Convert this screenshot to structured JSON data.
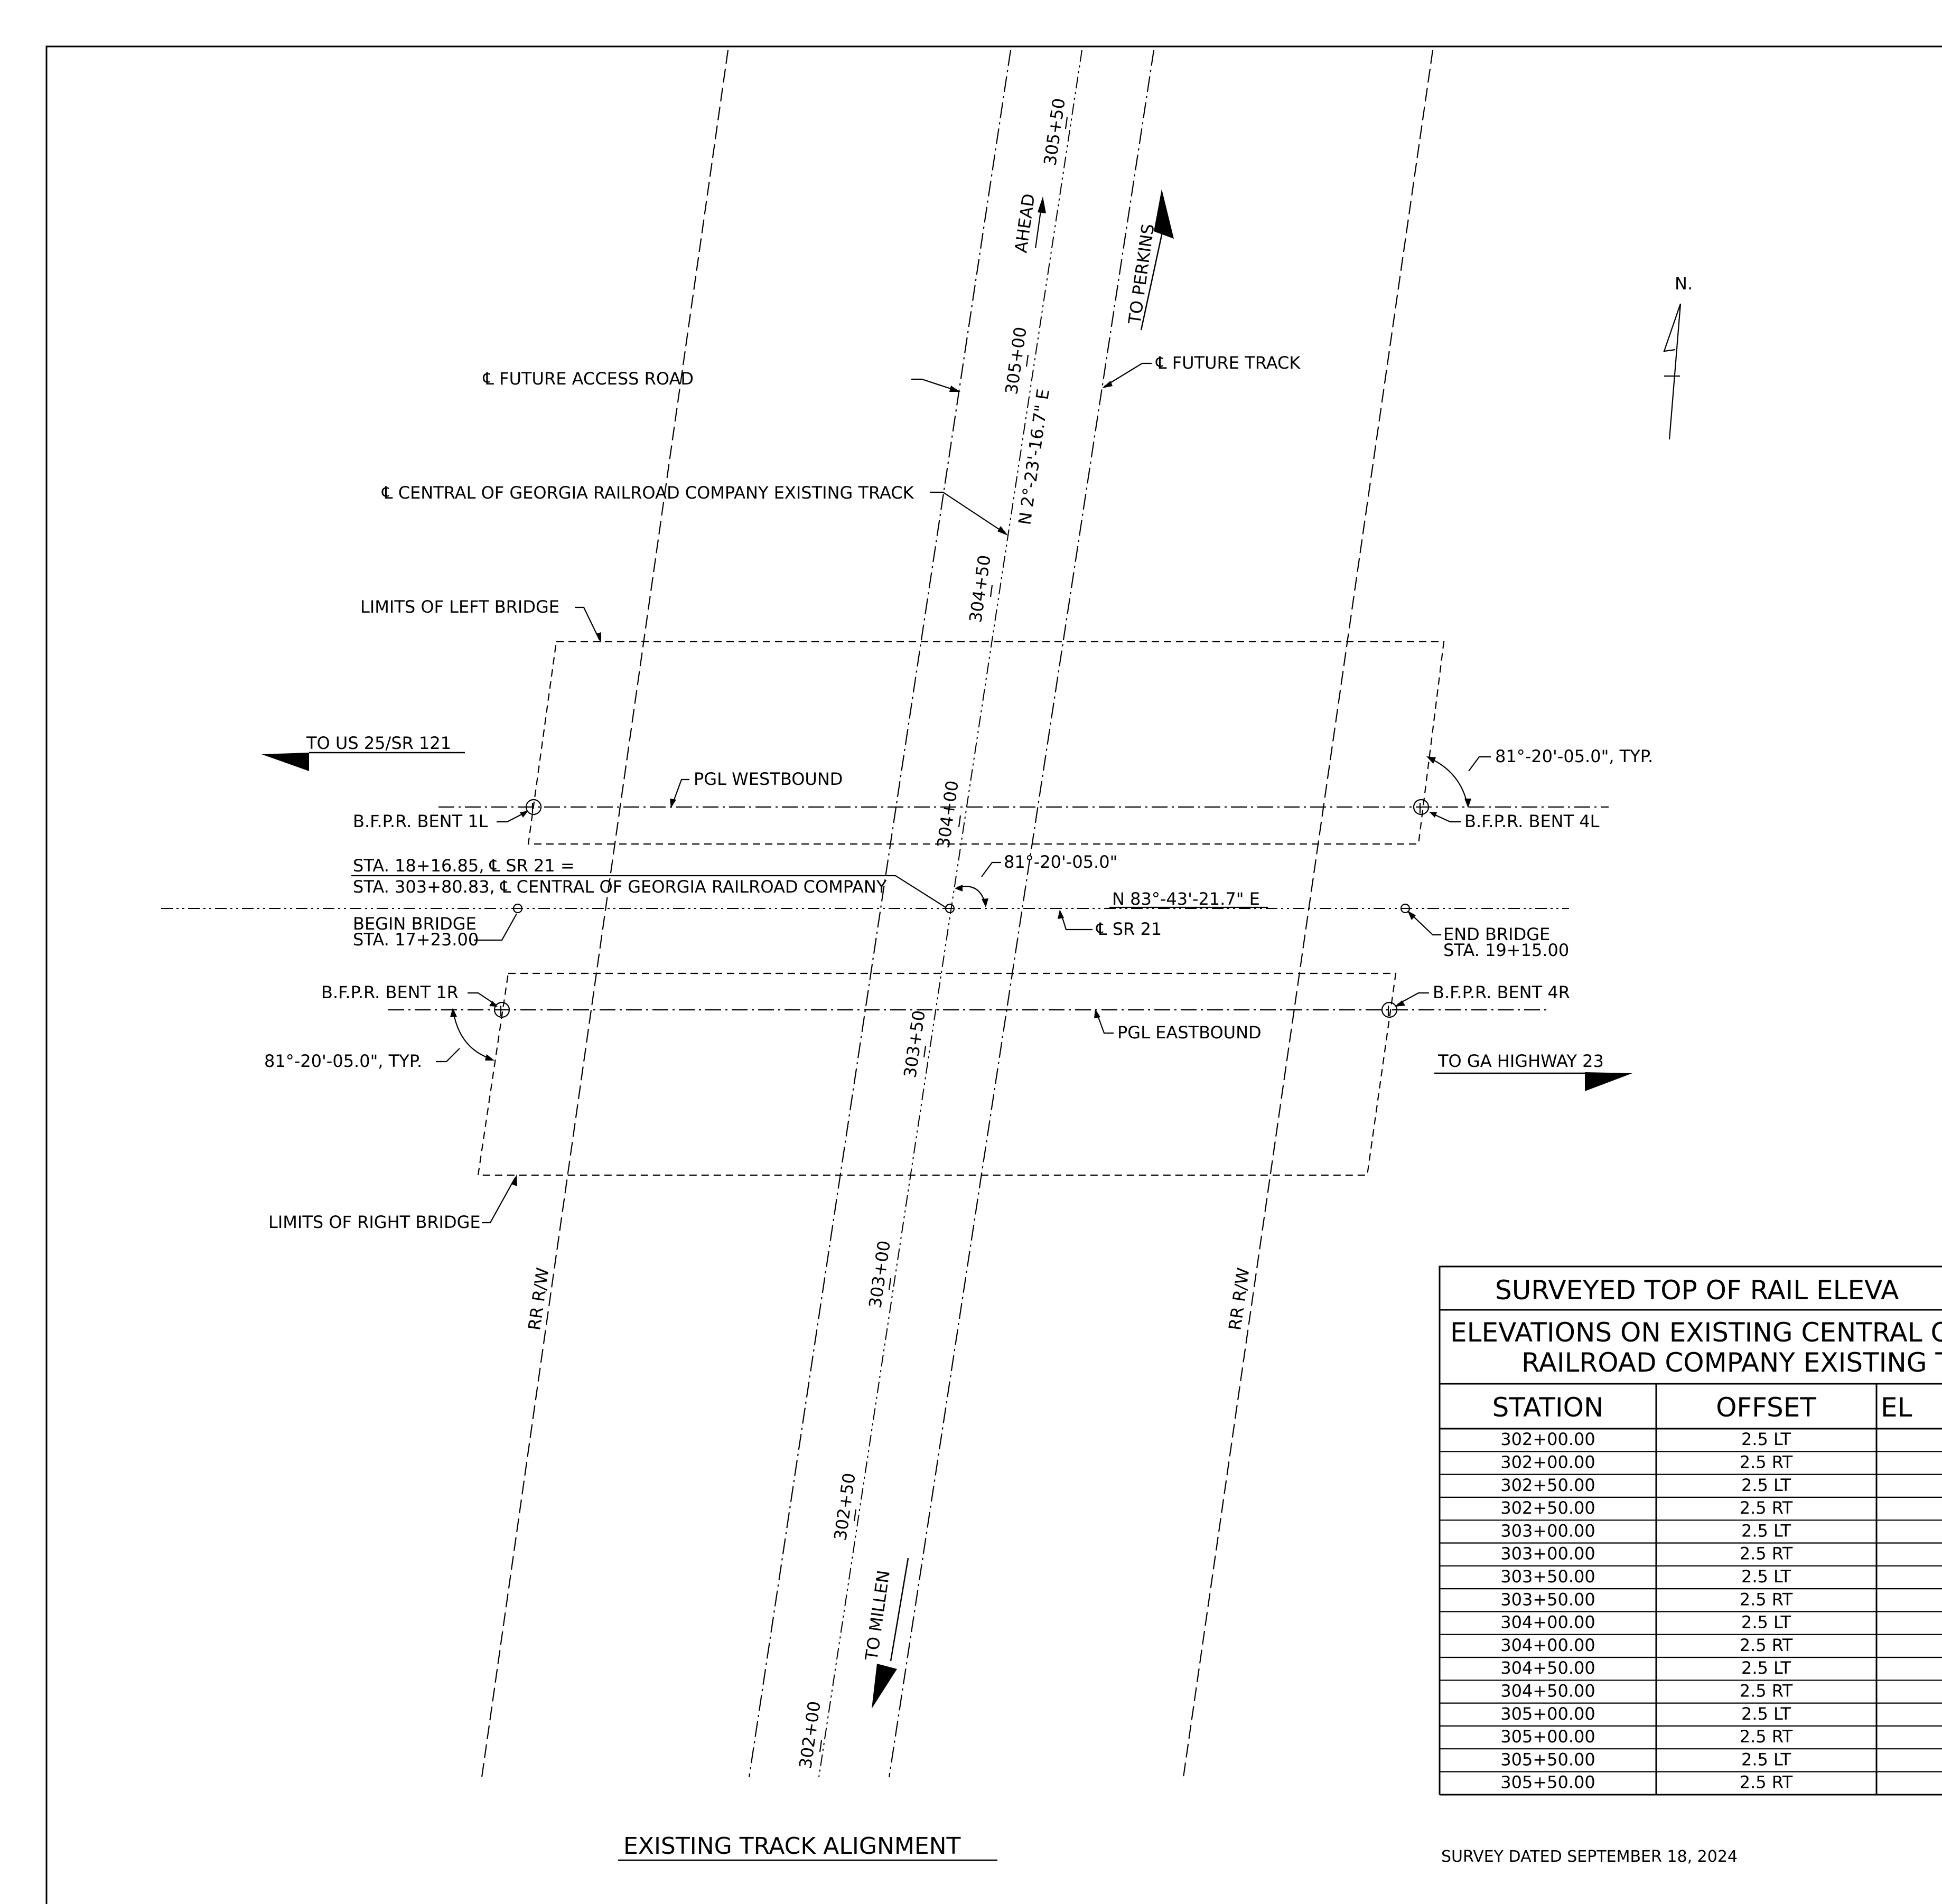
{
  "drawing": {
    "labels": {
      "future_access_road": "℄ FUTURE ACCESS ROAD",
      "future_track": "℄ FUTURE TRACK",
      "existing_track": "℄ CENTRAL OF GEORGIA RAILROAD COMPANY EXISTING TRACK",
      "bearing_track": "N 2°-23'-16.7\" E",
      "limits_left": "LIMITS OF LEFT BRIDGE",
      "limits_right": "LIMITS OF RIGHT BRIDGE",
      "to_us25": "TO US 25/SR 121",
      "to_ga23": "TO GA HIGHWAY 23",
      "to_perkins": "TO PERKINS",
      "to_millen": "TO MILLEN",
      "ahead": "AHEAD",
      "north": "N.",
      "pgl_west": "PGL WESTBOUND",
      "pgl_east": "PGL EASTBOUND",
      "bent_1l": "B.F.P.R. BENT 1L",
      "bent_4l": "B.F.P.R. BENT 4L",
      "bent_1r": "B.F.P.R. BENT 1R",
      "bent_4r": "B.F.P.R. BENT 4R",
      "angle_typ_right": "81°-20'-05.0\", TYP.",
      "angle_typ_left": "81°-20'-05.0\", TYP.",
      "angle_center": "81°-20'-05.0\"",
      "sta_line1": "STA. 18+16.85, ℄ SR 21 =",
      "sta_line2": "STA. 303+80.83, ℄ CENTRAL OF GEORGIA RAILROAD COMPANY",
      "bearing_sr21": "N 83°-43'-21.7\" E",
      "sr21": "℄ SR 21",
      "begin_bridge_1": "BEGIN BRIDGE",
      "begin_bridge_2": "STA. 17+23.00",
      "end_bridge_1": "END BRIDGE",
      "end_bridge_2": "STA. 19+15.00",
      "rr_rw": "RR R/W",
      "title": "EXISTING TRACK ALIGNMENT",
      "stations": [
        "305+50",
        "305+00",
        "304+50",
        "304+00",
        "303+50",
        "303+00",
        "302+50",
        "302+00"
      ]
    }
  },
  "table": {
    "title": "SURVEYED TOP OF RAIL ELEVA",
    "subtitle_1": "ELEVATIONS ON EXISTING CENTRAL O",
    "subtitle_2": "RAILROAD COMPANY EXISTING T",
    "headers": [
      "STATION",
      "OFFSET",
      "EL"
    ],
    "rows": [
      [
        "302+00.00",
        "2.5 LT",
        ""
      ],
      [
        "302+00.00",
        "2.5 RT",
        ""
      ],
      [
        "302+50.00",
        "2.5 LT",
        ""
      ],
      [
        "302+50.00",
        "2.5 RT",
        ""
      ],
      [
        "303+00.00",
        "2.5 LT",
        ""
      ],
      [
        "303+00.00",
        "2.5 RT",
        ""
      ],
      [
        "303+50.00",
        "2.5 LT",
        ""
      ],
      [
        "303+50.00",
        "2.5 RT",
        ""
      ],
      [
        "304+00.00",
        "2.5 LT",
        ""
      ],
      [
        "304+00.00",
        "2.5 RT",
        ""
      ],
      [
        "304+50.00",
        "2.5 LT",
        ""
      ],
      [
        "304+50.00",
        "2.5 RT",
        ""
      ],
      [
        "305+00.00",
        "2.5 LT",
        ""
      ],
      [
        "305+00.00",
        "2.5 RT",
        ""
      ],
      [
        "305+50.00",
        "2.5 LT",
        ""
      ],
      [
        "305+50.00",
        "2.5 RT",
        ""
      ]
    ],
    "survey_note": "SURVEY DATED SEPTEMBER 18, 2024"
  }
}
